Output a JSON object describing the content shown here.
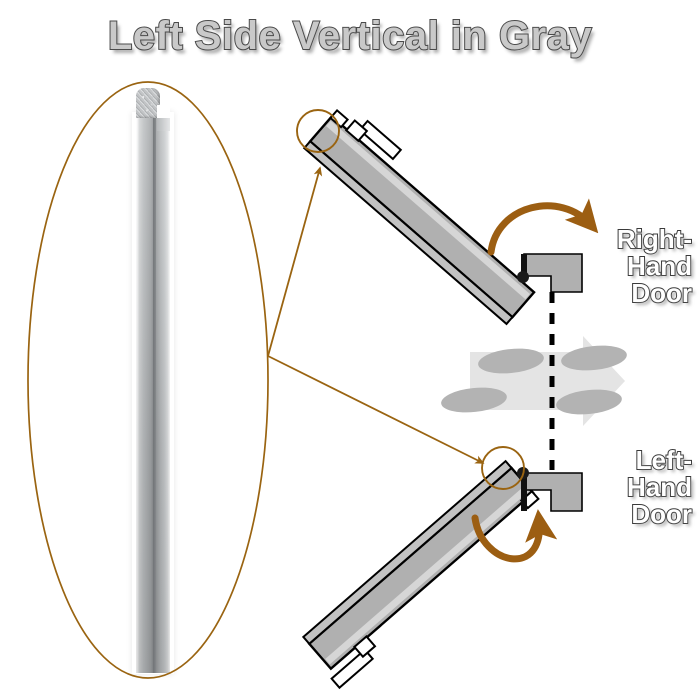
{
  "page": {
    "title": "Left Side Vertical in Gray",
    "background_color": "#ffffff"
  },
  "colors": {
    "accent_brown": "#9a6411",
    "arrow_brown": "#9c5e12",
    "door_gray": "#b0b0b0",
    "door_light_band": "#d8d8d8",
    "outline_black": "#000000",
    "label_text": "#ffffff",
    "label_outline": "#3a3a3a",
    "title_fill": "#c9c9c9",
    "title_outline": "#4a4a4a",
    "footprint_gray": "#b3b3b3",
    "walk_arrow_gray": "#e2e2e2"
  },
  "detail_callout": {
    "name": "oval-detail-callout",
    "shape": "ellipse",
    "outline_color": "#9a6411",
    "product_image_alt": "Gray vertical weatherstrip seal with fuzzy pile head",
    "leader_lines": 2
  },
  "diagrams": [
    {
      "id": "right-hand-door",
      "label": "Right-\nHand\nDoor",
      "label_lines": [
        "Right-",
        "Hand",
        "Door"
      ],
      "swing_arrow": "clockwise-down-right",
      "hinge_marker": "hinge-dot",
      "highlight_circle": "install-location-circle"
    },
    {
      "id": "left-hand-door",
      "label": "Left-\nHand\nDoor",
      "label_lines": [
        "Left-",
        "Hand",
        "Door"
      ],
      "swing_arrow": "counterclockwise-up-right",
      "hinge_marker": "hinge-dot",
      "highlight_circle": "install-location-circle"
    }
  ],
  "center_graphic": {
    "name": "walking-direction-indicator",
    "arrow_direction": "right",
    "footprints": 4,
    "divider": "vertical-dashed-line"
  }
}
